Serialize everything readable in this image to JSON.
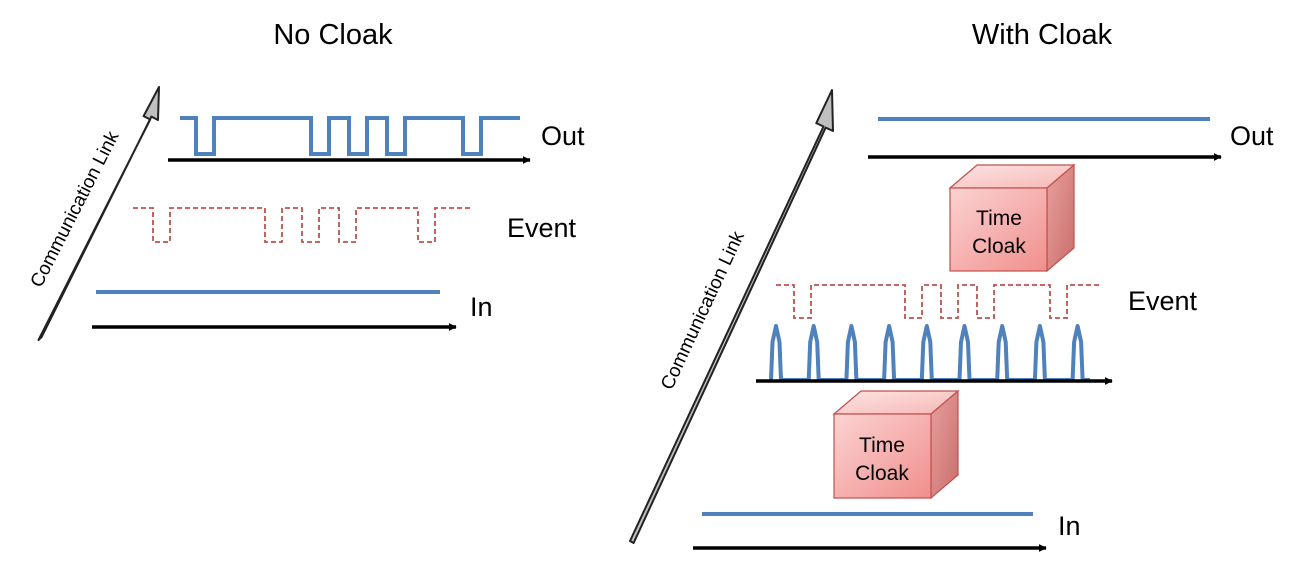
{
  "panels": [
    {
      "title": "No Cloak",
      "link_label": "Communication Link",
      "out_label": "Out",
      "event_label": "Event",
      "in_label": "In"
    },
    {
      "title": "With Cloak",
      "link_label": "Communication Link",
      "out_label": "Out",
      "event_label": "Event",
      "in_label": "In",
      "cloaks": [
        {
          "line1": "Time",
          "line2": "Cloak"
        },
        {
          "line1": "Time",
          "line2": "Cloak"
        }
      ]
    }
  ],
  "colors": {
    "signal": "#4f81bd",
    "event": "#c0504d",
    "cloak_front": "#f4aaa9",
    "cloak_edge": "#c0504d",
    "link_arrow": "#bfbfbf"
  }
}
